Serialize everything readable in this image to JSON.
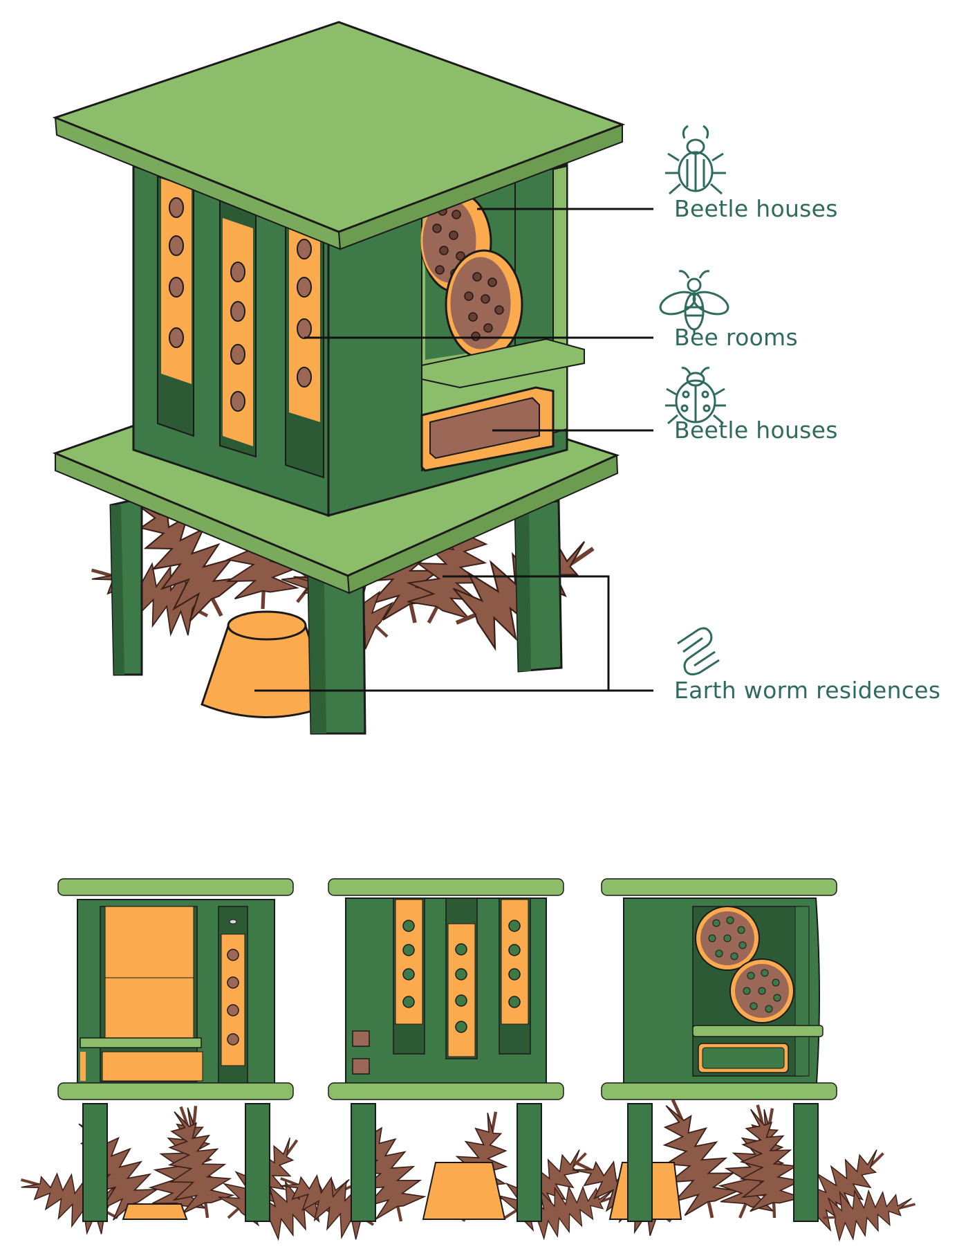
{
  "colors": {
    "roof_light_green": "#8bbd6b",
    "frame_dark_green": "#3d7a48",
    "orange": "#fbaa4e",
    "brown": "#9b6857",
    "fern_brown": "#8e5a48",
    "label_teal": "#2f6b5c",
    "outline": "#1a1a1a"
  },
  "callouts": [
    {
      "label": "Beetle houses",
      "icon": "stag-beetle-icon"
    },
    {
      "label": "Bee rooms",
      "icon": "bee-icon"
    },
    {
      "label": "Beetle houses",
      "icon": "ladybug-icon"
    },
    {
      "label": "Earth worm residences",
      "icon": "earthworm-icon"
    }
  ]
}
